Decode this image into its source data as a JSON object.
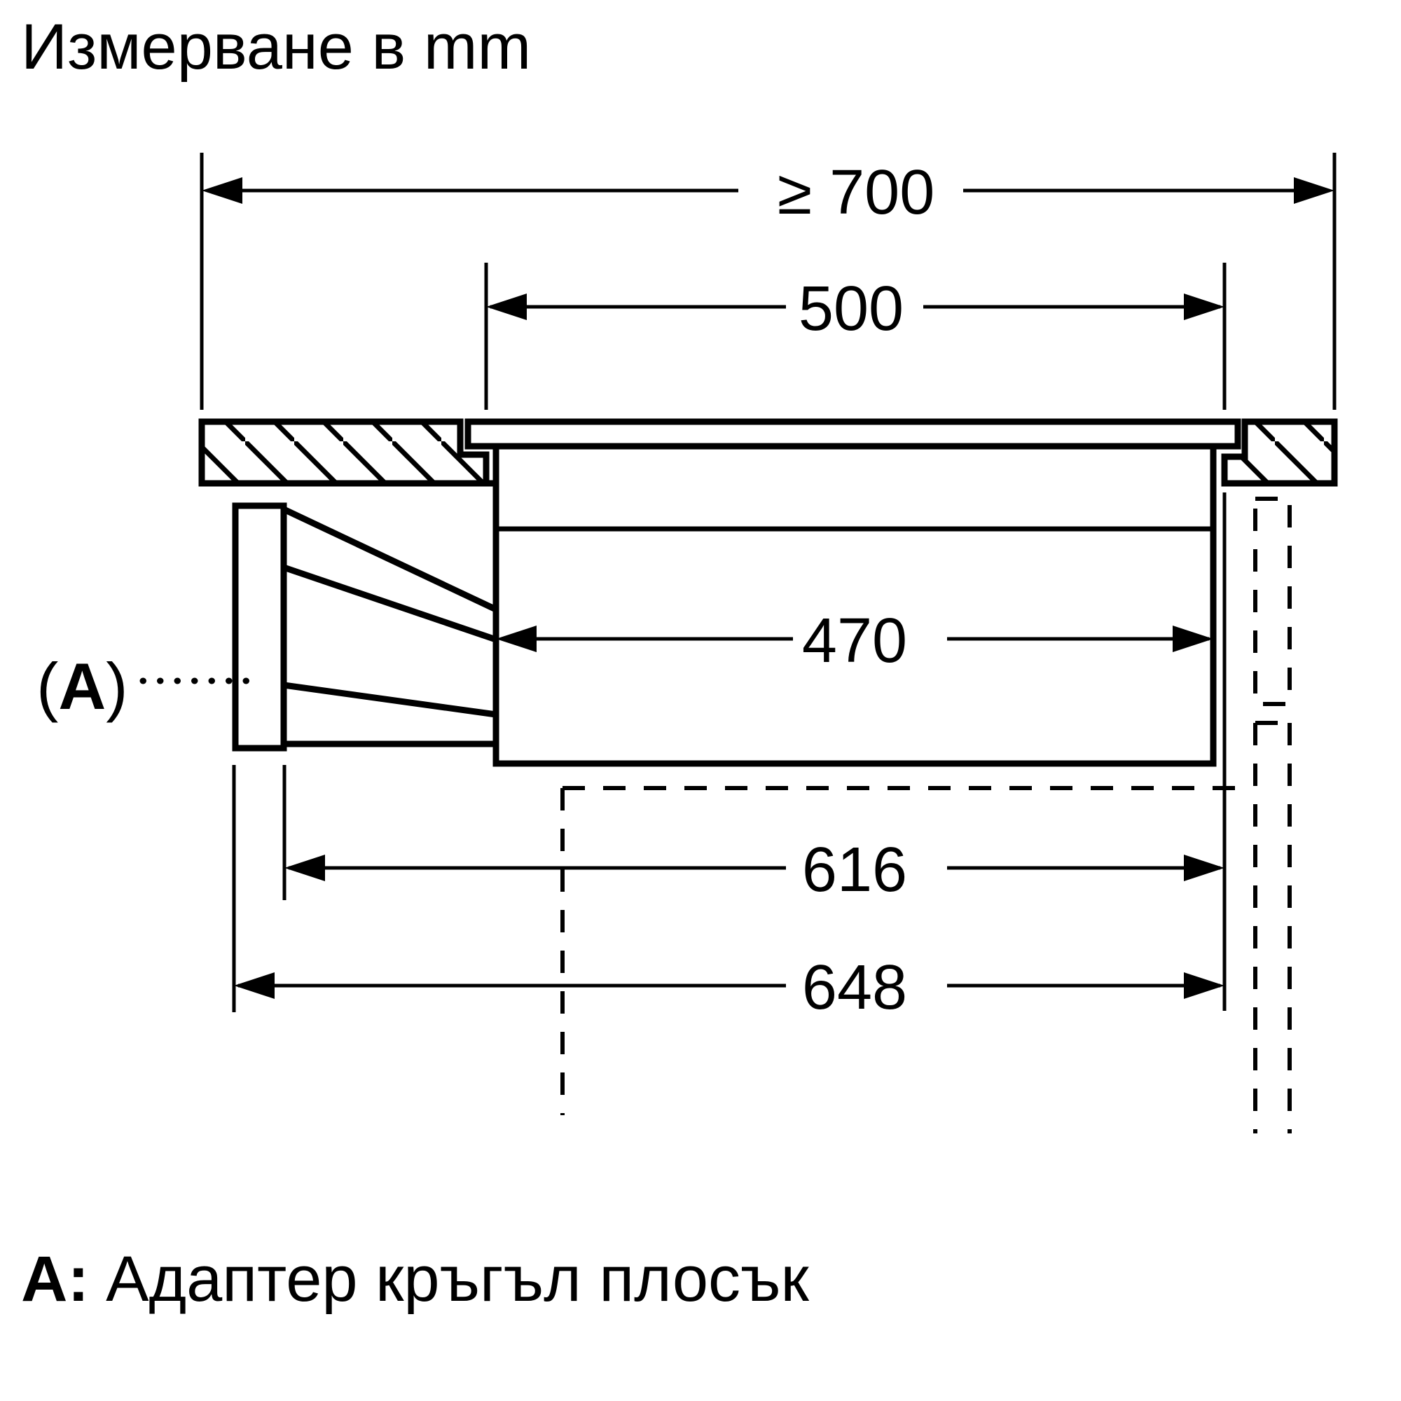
{
  "title": "Измерване в mm",
  "dimensions": {
    "min_clearance": "≥ 700",
    "cutout_width": "500",
    "body_width": "470",
    "inner_depth": "616",
    "overall_depth": "648"
  },
  "callout": {
    "open": "(",
    "letter": "A",
    "close": ")"
  },
  "legend": {
    "prefix": "A:",
    "label": "Адаптер кръгъл плосък"
  },
  "colors": {
    "line": "#000000",
    "background": "#ffffff"
  }
}
